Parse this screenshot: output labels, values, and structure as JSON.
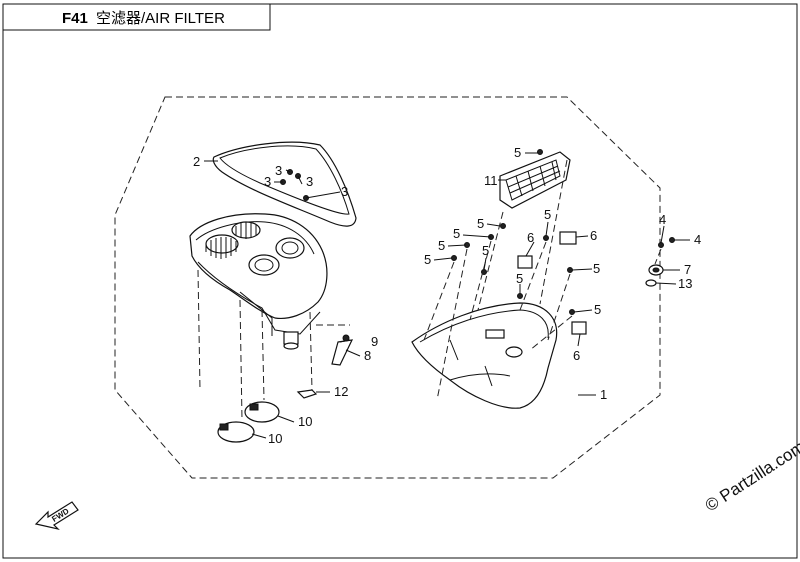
{
  "title": {
    "code": "F41",
    "name": "空滤器/AIR FILTER"
  },
  "watermark": "© Partzilla.com",
  "fwd_label": "FWD",
  "callouts": [
    {
      "id": "c1",
      "label": "1"
    },
    {
      "id": "c2",
      "label": "2"
    },
    {
      "id": "c3a",
      "label": "3"
    },
    {
      "id": "c3b",
      "label": "3"
    },
    {
      "id": "c3c",
      "label": "3"
    },
    {
      "id": "c3d",
      "label": "3"
    },
    {
      "id": "c4a",
      "label": "4"
    },
    {
      "id": "c4b",
      "label": "4"
    },
    {
      "id": "c5a",
      "label": "5"
    },
    {
      "id": "c5b",
      "label": "5"
    },
    {
      "id": "c5c",
      "label": "5"
    },
    {
      "id": "c5d",
      "label": "5"
    },
    {
      "id": "c5e",
      "label": "5"
    },
    {
      "id": "c5f",
      "label": "5"
    },
    {
      "id": "c5g",
      "label": "5"
    },
    {
      "id": "c5h",
      "label": "5"
    },
    {
      "id": "c5i",
      "label": "5"
    },
    {
      "id": "c5j",
      "label": "5"
    },
    {
      "id": "c6a",
      "label": "6"
    },
    {
      "id": "c6b",
      "label": "6"
    },
    {
      "id": "c6c",
      "label": "6"
    },
    {
      "id": "c7",
      "label": "7"
    },
    {
      "id": "c8",
      "label": "8"
    },
    {
      "id": "c9",
      "label": "9"
    },
    {
      "id": "c10a",
      "label": "10"
    },
    {
      "id": "c10b",
      "label": "10"
    },
    {
      "id": "c11",
      "label": "11"
    },
    {
      "id": "c12",
      "label": "12"
    },
    {
      "id": "c13",
      "label": "13"
    }
  ]
}
